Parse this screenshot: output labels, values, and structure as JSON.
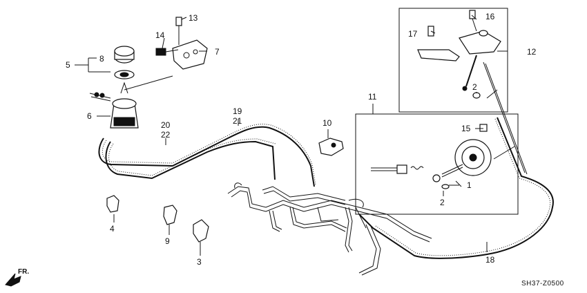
{
  "callouts": [
    "1",
    "2",
    "2",
    "3",
    "4",
    "5",
    "6",
    "7",
    "8",
    "9",
    "10",
    "11",
    "12",
    "13",
    "14",
    "15",
    "16",
    "17",
    "18",
    "19",
    "20",
    "21",
    "22"
  ],
  "diagram_code": "SH37-Z0500",
  "direction_label": "FR."
}
